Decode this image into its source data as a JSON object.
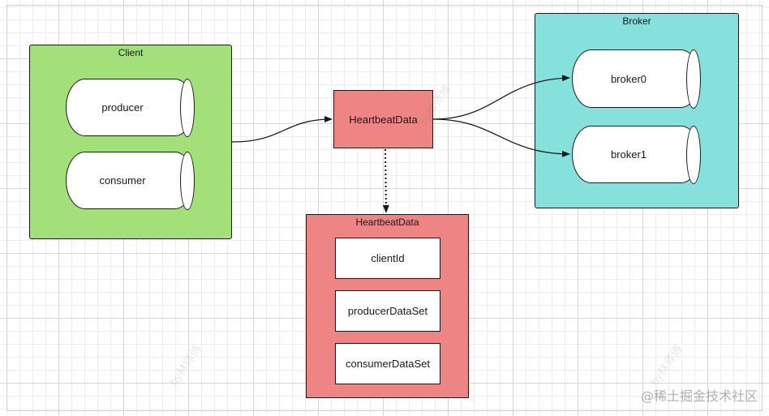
{
  "colors": {
    "client_fill": "#a4e07a",
    "broker_fill": "#86e0dc",
    "heartbeat_fill": "#ef8484",
    "node_fill": "#ffffff",
    "stroke": "#1a1a1a"
  },
  "client": {
    "title": "Client",
    "producer": "producer",
    "consumer": "consumer"
  },
  "heartbeat_node": {
    "label": "HeartbeatData"
  },
  "heartbeat_detail": {
    "title": "HeartbeatData",
    "fields": [
      "clientId",
      "producerDataSet",
      "consumerDataSet"
    ]
  },
  "broker": {
    "title": "Broker",
    "broker0": "broker0",
    "broker1": "broker1"
  },
  "watermark": {
    "text": "by林师傅"
  },
  "site_mark": {
    "text": "@稀土掘金技术社区"
  },
  "edges": [
    {
      "from": "client",
      "to": "heartbeat-node",
      "style": "solid"
    },
    {
      "from": "heartbeat-node",
      "to": "broker0",
      "style": "solid"
    },
    {
      "from": "heartbeat-node",
      "to": "broker1",
      "style": "solid"
    },
    {
      "from": "heartbeat-node",
      "to": "heartbeat-detail",
      "style": "dotted"
    }
  ]
}
